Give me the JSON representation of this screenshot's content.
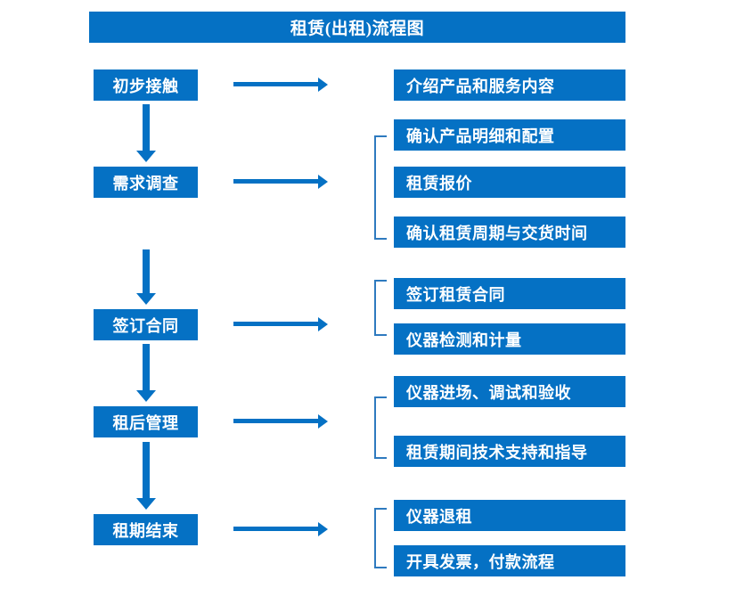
{
  "diagram": {
    "title": "租赁(出租)流程图",
    "accent_color": "#0571C4",
    "bracket_color": "#2E7ABF",
    "text_color": "#FFFFFF",
    "background_color": "#FFFFFF"
  },
  "stages": [
    {
      "label": "初步接触"
    },
    {
      "label": "需求调查"
    },
    {
      "label": "签订合同"
    },
    {
      "label": "租后管理"
    },
    {
      "label": "租期结束"
    }
  ],
  "details": [
    {
      "label": "介绍产品和服务内容"
    },
    {
      "label": "确认产品明细和配置"
    },
    {
      "label": "租赁报价"
    },
    {
      "label": "确认租赁周期与交货时间"
    },
    {
      "label": "签订租赁合同"
    },
    {
      "label": "仪器检测和计量"
    },
    {
      "label": "仪器进场、调试和验收"
    },
    {
      "label": "租赁期间技术支持和指导"
    },
    {
      "label": "仪器退租"
    },
    {
      "label": "开具发票，付款流程"
    }
  ],
  "flow": {
    "stage_to_detail_arrows": 5,
    "stage_to_stage_arrows": 4,
    "grouping_brackets": 4
  }
}
